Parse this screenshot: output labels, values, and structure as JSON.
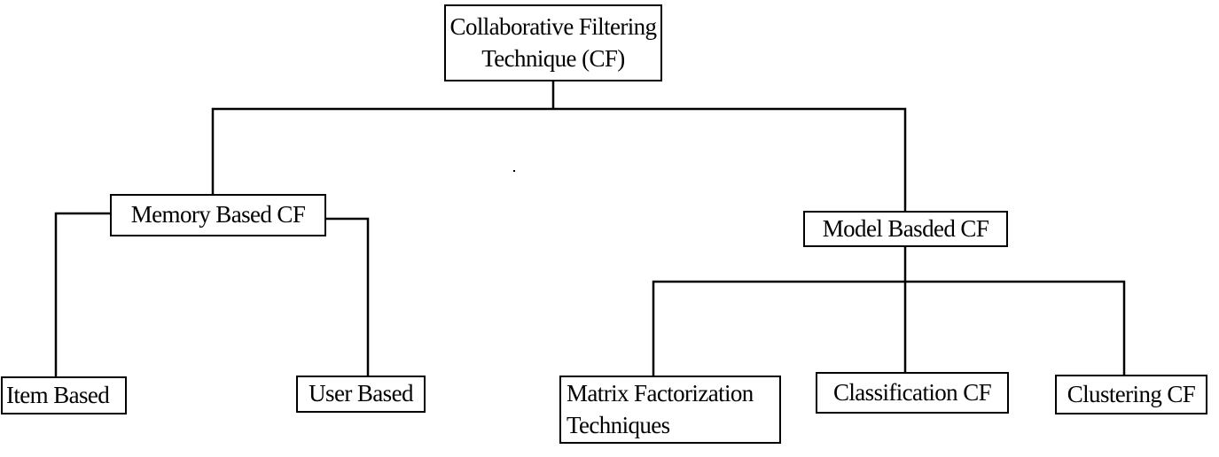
{
  "diagram": {
    "type": "tree",
    "root": {
      "line1": "Collaborative Filtering",
      "line2": "Technique (CF)"
    },
    "memory_based": "Memory Based CF",
    "model_based": "Model Basded CF",
    "memory_children": {
      "item_based": "Item Based",
      "user_based": "User Based"
    },
    "model_children": {
      "matrix_factorization": {
        "line1": "Matrix Factorization",
        "line2": "Techniques"
      },
      "classification": "Classification CF",
      "clustering": "Clustering CF"
    }
  }
}
